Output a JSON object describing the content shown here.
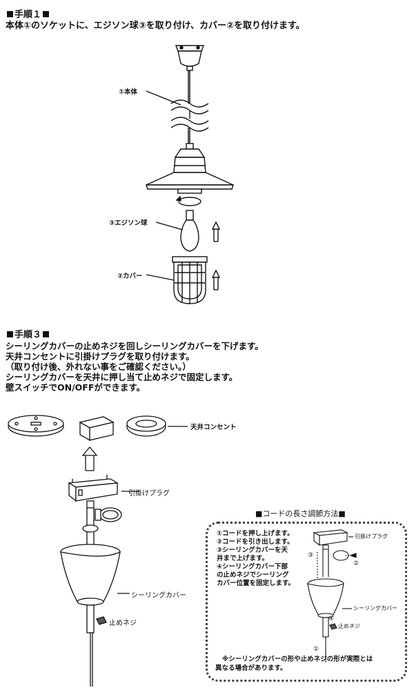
{
  "step1": {
    "heading": "手順１",
    "instruction": "本体①のソケットに、エジソン球③を取り付け、カバー②を取り付けます。",
    "label_body": "①本体",
    "label_bulb": "③エジソン球",
    "label_cover": "②カバー"
  },
  "step3": {
    "heading": "手順３",
    "lines": [
      "シーリングカバーの止めネジを回しシーリングカバーを下げます。",
      "天井コンセントに引掛けプラグを取り付けます。",
      "（取り付け後、外れない事をご確認ください。）",
      "シーリングカバーを天井に押し当て止めネジで固定します。",
      "壁スイッチでON/OFFができます。"
    ],
    "label_ceiling_outlet": "天井コンセント",
    "label_plug": "引掛けプラグ",
    "label_ceiling_cover": "シーリングカバー",
    "label_screw": "止めネジ"
  },
  "cord_adjust": {
    "title": "■コードの長さ調節方法■",
    "steps": [
      "①コードを押し上げます。",
      "②コードを引き出します。",
      "③シーリングカバーを天",
      "井まで上げます。",
      "④シーリングカバー下部",
      "の止めネジでシーリング",
      "カバー位置を固定します。"
    ],
    "label_plug": "引掛けプラグ",
    "label_ceiling_cover": "シーリングカバー",
    "label_screw": "止めネジ",
    "mark_1": "①",
    "mark_2": "②",
    "mark_3": "③",
    "mark_4": "④",
    "note_line1": "※シーリングカバーの形や止めネジの形が実際とは",
    "note_line2": "異なる場合があります。"
  }
}
